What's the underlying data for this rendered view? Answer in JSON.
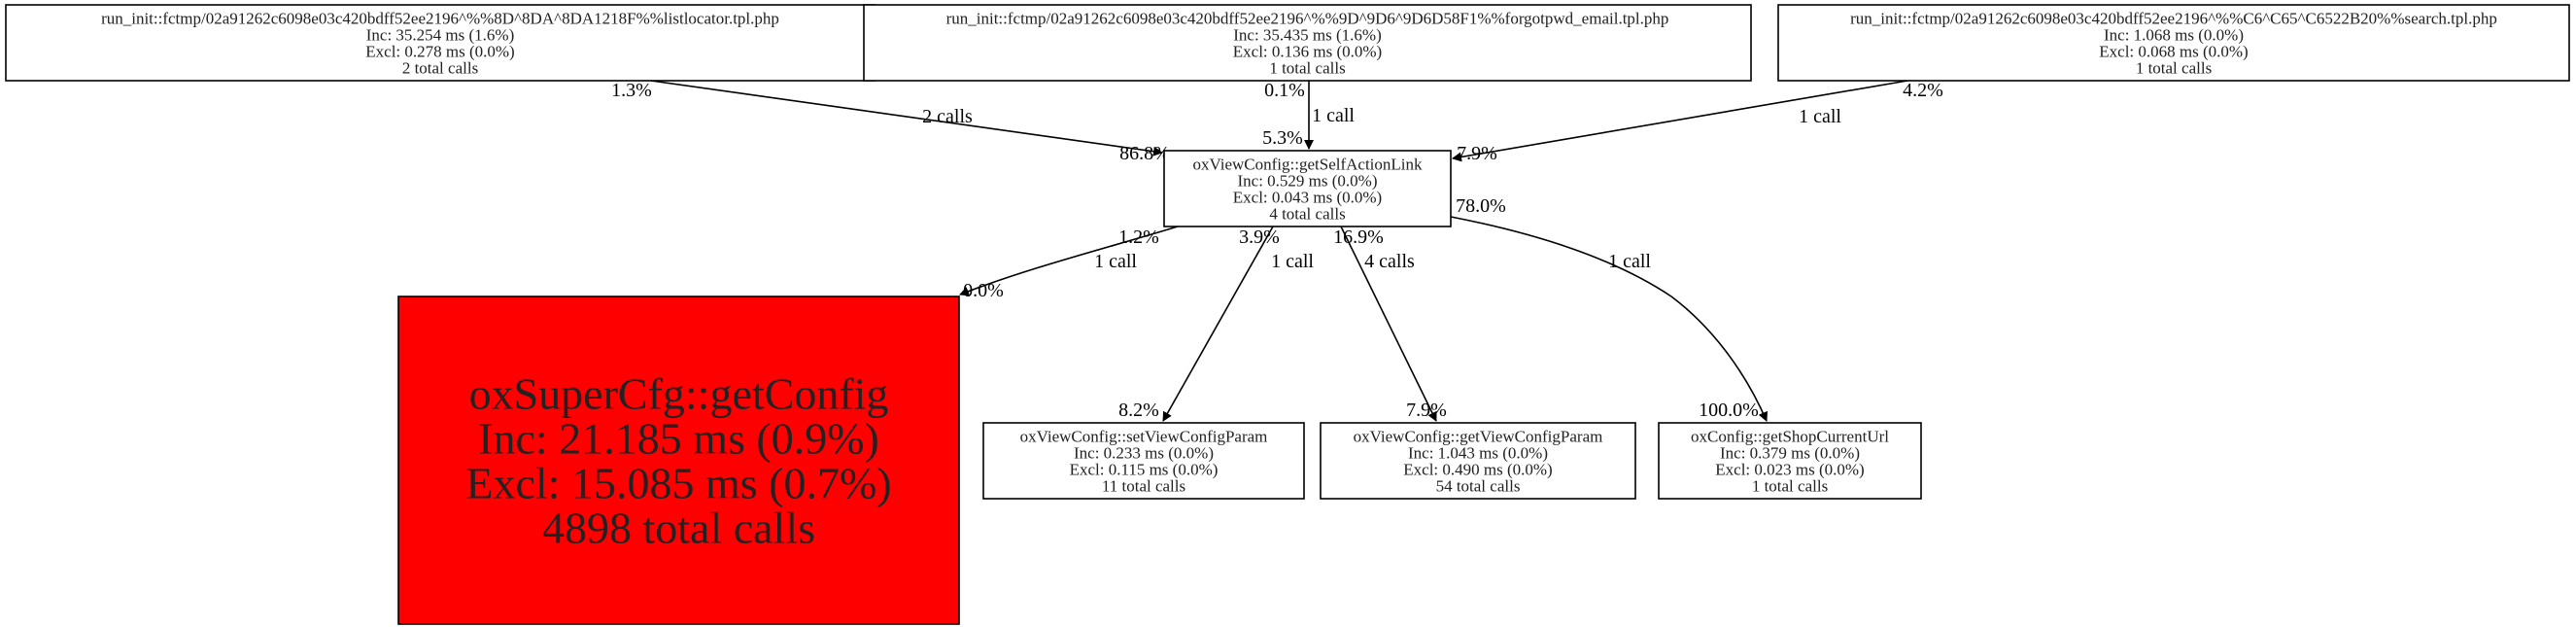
{
  "nodes": [
    {
      "id": "listlocator",
      "lines": [
        "run_init::fctmp/02a91262c6098e03c420bdff52ee2196^%%8D^8DA^8DA1218F%%listlocator.tpl.php",
        "Inc: 35.254 ms (1.6%)",
        "Excl: 0.278 ms (0.0%)",
        "2 total calls"
      ],
      "fill": "#ffffff"
    },
    {
      "id": "forgotpwd",
      "lines": [
        "run_init::fctmp/02a91262c6098e03c420bdff52ee2196^%%9D^9D6^9D6D58F1%%forgotpwd_email.tpl.php",
        "Inc: 35.435 ms (1.6%)",
        "Excl: 0.136 ms (0.0%)",
        "1 total calls"
      ],
      "fill": "#ffffff"
    },
    {
      "id": "search",
      "lines": [
        "run_init::fctmp/02a91262c6098e03c420bdff52ee2196^%%C6^C65^C6522B20%%search.tpl.php",
        "Inc: 1.068 ms (0.0%)",
        "Excl: 0.068 ms (0.0%)",
        "1 total calls"
      ],
      "fill": "#ffffff"
    },
    {
      "id": "getselfactionlink",
      "lines": [
        "oxViewConfig::getSelfActionLink",
        "Inc: 0.529 ms (0.0%)",
        "Excl: 0.043 ms (0.0%)",
        "4 total calls"
      ],
      "fill": "#ffffff"
    },
    {
      "id": "getconfig",
      "lines": [
        "oxSuperCfg::getConfig",
        "Inc: 21.185 ms (0.9%)",
        "Excl: 15.085 ms (0.7%)",
        "4898 total calls"
      ],
      "fill": "#ff0000"
    },
    {
      "id": "setviewconfigparam",
      "lines": [
        "oxViewConfig::setViewConfigParam",
        "Inc: 0.233 ms (0.0%)",
        "Excl: 0.115 ms (0.0%)",
        "11 total calls"
      ],
      "fill": "#ffffff"
    },
    {
      "id": "getviewconfigparam",
      "lines": [
        "oxViewConfig::getViewConfigParam",
        "Inc: 1.043 ms (0.0%)",
        "Excl: 0.490 ms (0.0%)",
        "54 total calls"
      ],
      "fill": "#ffffff"
    },
    {
      "id": "getshopcurrenturl",
      "lines": [
        "oxConfig::getShopCurrentUrl",
        "Inc: 0.379 ms (0.0%)",
        "Excl: 0.023 ms (0.0%)",
        "1 total calls"
      ],
      "fill": "#ffffff"
    }
  ],
  "edges": [
    {
      "id": "listlocator-to-getselfactionlink",
      "label": "2 calls",
      "tail": "1.3%",
      "head": "86.8%"
    },
    {
      "id": "forgotpwd-to-getselfactionlink",
      "label": "1 call",
      "tail": "0.1%",
      "head": "5.3%"
    },
    {
      "id": "search-to-getselfactionlink",
      "label": "1 call",
      "tail": "4.2%",
      "head": "7.9%"
    },
    {
      "id": "getselfactionlink-to-getconfig",
      "label": "1 call",
      "tail": "1.2%",
      "head": "0.0%"
    },
    {
      "id": "getselfactionlink-to-setviewconfigparam",
      "label": "1 call",
      "tail": "3.9%",
      "head": "8.2%"
    },
    {
      "id": "getselfactionlink-to-getviewconfigparam",
      "label": "4 calls",
      "tail": "16.9%",
      "head": "7.9%"
    },
    {
      "id": "getselfactionlink-to-getshopcurrenturl",
      "label": "1 call",
      "tail": "78.0%",
      "head": "100.0%"
    }
  ]
}
